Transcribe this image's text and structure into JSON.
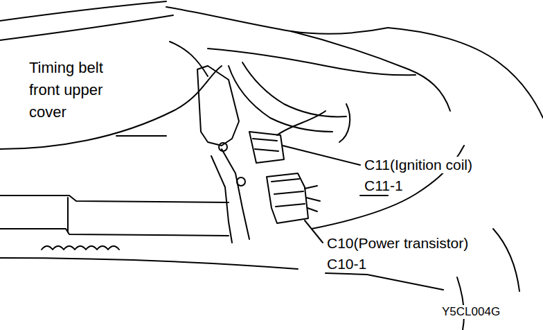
{
  "diagram": {
    "labels": [
      "Timing belt front upper cover",
      "C11(Ignition coil)",
      "C11-1",
      "C10(Power transistor)",
      "C10-1",
      "Y5CL004G"
    ]
  }
}
